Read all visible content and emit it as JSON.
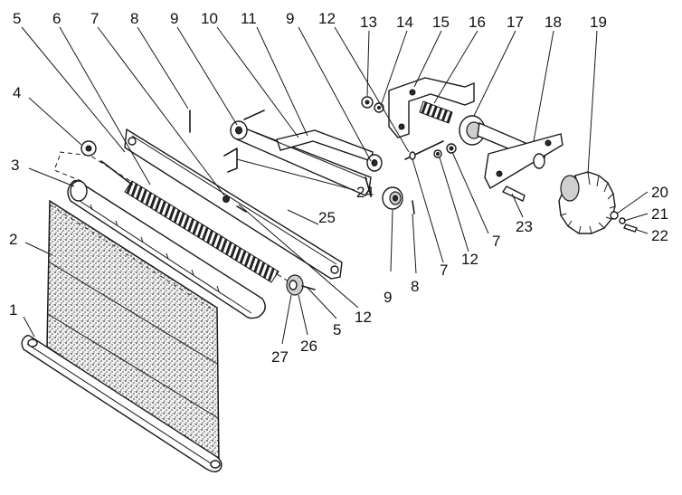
{
  "labels": [
    {
      "id": "1",
      "text": "1"
    },
    {
      "id": "2",
      "text": "2"
    },
    {
      "id": "3",
      "text": "3"
    },
    {
      "id": "4",
      "text": "4"
    },
    {
      "id": "5a",
      "text": "5"
    },
    {
      "id": "5b",
      "text": "5"
    },
    {
      "id": "6",
      "text": "6"
    },
    {
      "id": "7a",
      "text": "7"
    },
    {
      "id": "7b",
      "text": "7"
    },
    {
      "id": "7c",
      "text": "7"
    },
    {
      "id": "8a",
      "text": "8"
    },
    {
      "id": "8b",
      "text": "8"
    },
    {
      "id": "9a",
      "text": "9"
    },
    {
      "id": "9b",
      "text": "9"
    },
    {
      "id": "9c",
      "text": "9"
    },
    {
      "id": "10",
      "text": "10"
    },
    {
      "id": "11",
      "text": "11"
    },
    {
      "id": "12a",
      "text": "12"
    },
    {
      "id": "12b",
      "text": "12"
    },
    {
      "id": "12c",
      "text": "12"
    },
    {
      "id": "13",
      "text": "13"
    },
    {
      "id": "14",
      "text": "14"
    },
    {
      "id": "15",
      "text": "15"
    },
    {
      "id": "16",
      "text": "16"
    },
    {
      "id": "17",
      "text": "17"
    },
    {
      "id": "18",
      "text": "18"
    },
    {
      "id": "19",
      "text": "19"
    },
    {
      "id": "20",
      "text": "20"
    },
    {
      "id": "21",
      "text": "21"
    },
    {
      "id": "22",
      "text": "22"
    },
    {
      "id": "23",
      "text": "23"
    },
    {
      "id": "24",
      "text": "24"
    },
    {
      "id": "25",
      "text": "25"
    },
    {
      "id": "26",
      "text": "26"
    },
    {
      "id": "27",
      "text": "27"
    }
  ]
}
